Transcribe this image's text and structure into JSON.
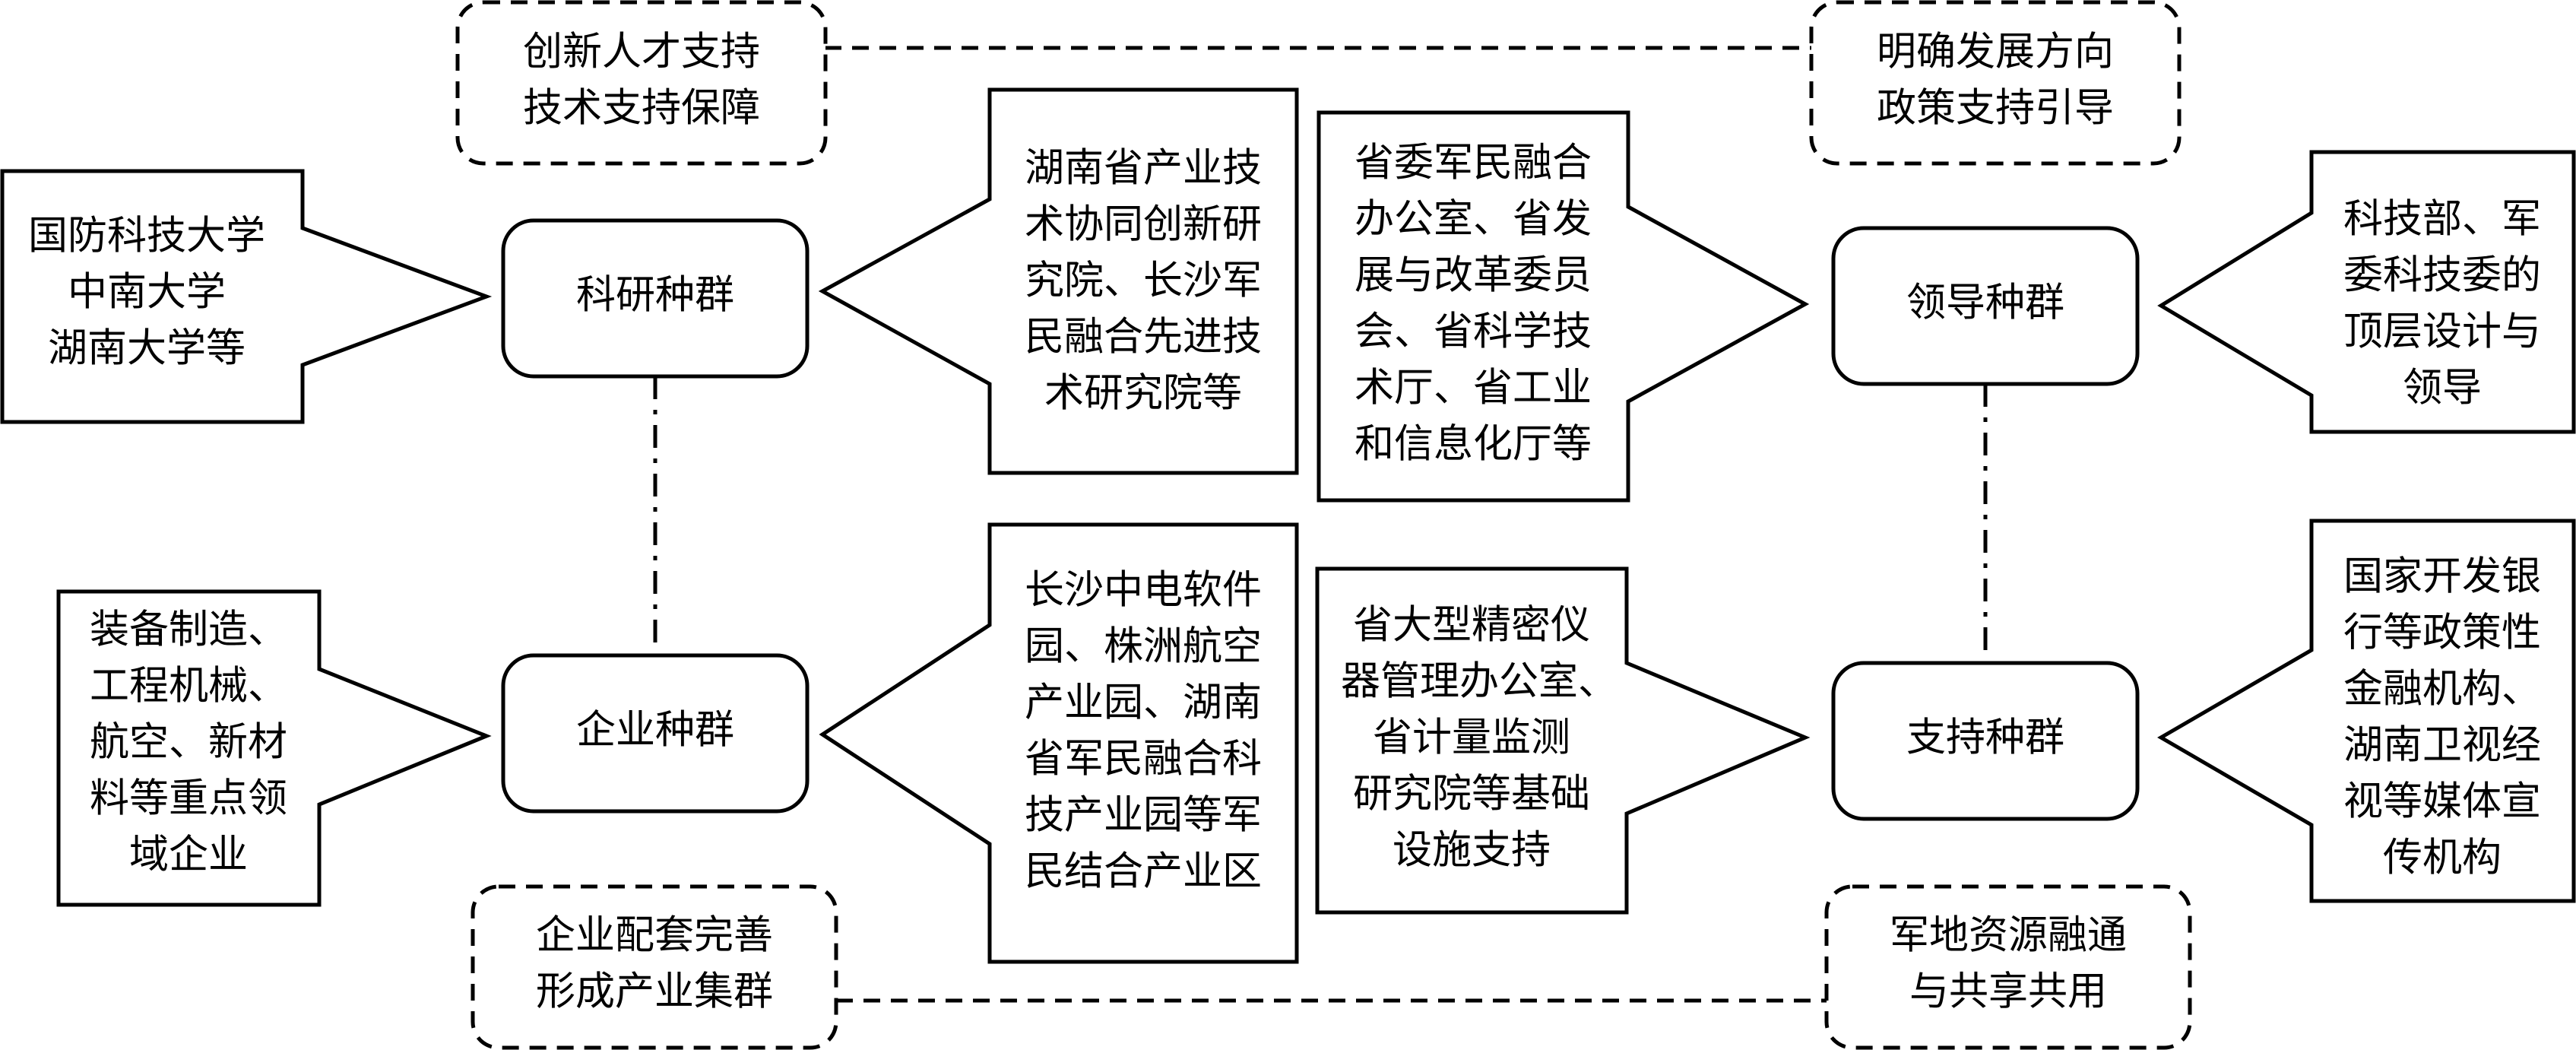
{
  "nodes": {
    "research": "科研种群",
    "leadership": "领导种群",
    "enterprise": "企业种群",
    "support": "支持种群"
  },
  "notes": {
    "top_left": [
      "创新人才支持",
      "技术支持保障"
    ],
    "top_right": [
      "明确发展方向",
      "政策支持引导"
    ],
    "bottom_left": [
      "企业配套完善",
      "形成产业集群"
    ],
    "bottom_right": [
      "军地资源融通",
      "与共享共用"
    ]
  },
  "sources": {
    "universities": [
      "国防科技大学",
      "中南大学",
      "湖南大学等"
    ],
    "research_institutes": [
      "湖南省产业技",
      "术协同创新研",
      "究院、长沙军",
      "民融合先进技",
      "术研究院等"
    ],
    "provincial_offices": [
      "省委军民融合",
      "办公室、省发",
      "展与改革委员",
      "会、省科学技",
      "术厅、省工业",
      "和信息化厅等"
    ],
    "ministry": [
      "科技部、军",
      "委科技委的",
      "顶层设计与",
      "领导"
    ],
    "key_enterprises": [
      "装备制造、",
      "工程机械、",
      "航空、新材",
      "料等重点领",
      "域企业"
    ],
    "industrial_parks": [
      "长沙中电软件",
      "园、株洲航空",
      "产业园、湖南",
      "省军民融合科",
      "技产业园等军",
      "民结合产业区"
    ],
    "infrastructure": [
      "省大型精密仪",
      "器管理办公室、",
      "省计量监测",
      "研究院等基础",
      "设施支持"
    ],
    "finance_media": [
      "国家开发银",
      "行等政策性",
      "金融机构、",
      "湖南卫视经",
      "视等媒体宣",
      "传机构"
    ]
  }
}
